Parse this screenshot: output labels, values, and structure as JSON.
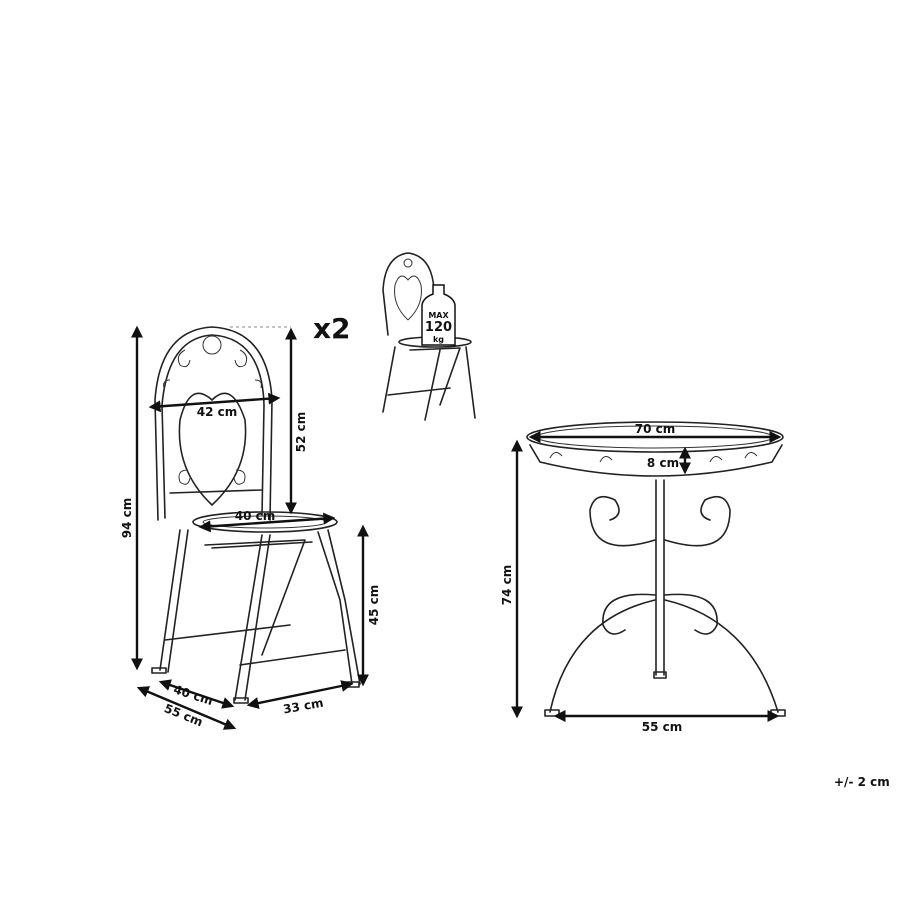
{
  "chair": {
    "height": "94 cm",
    "backrest_height": "52 cm",
    "backrest_width": "42 cm",
    "seat_width": "40 cm",
    "seat_height": "45 cm",
    "depth": "40 cm",
    "folded_depth": "55 cm",
    "leg_span": "33 cm",
    "quantity": "x2"
  },
  "load_badge": {
    "line1": "MAX",
    "line2": "120",
    "line3": "kg"
  },
  "table": {
    "diameter": "70 cm",
    "apron_height": "8 cm",
    "height": "74 cm",
    "base_width": "55 cm"
  },
  "tolerance": "+/- 2 cm"
}
